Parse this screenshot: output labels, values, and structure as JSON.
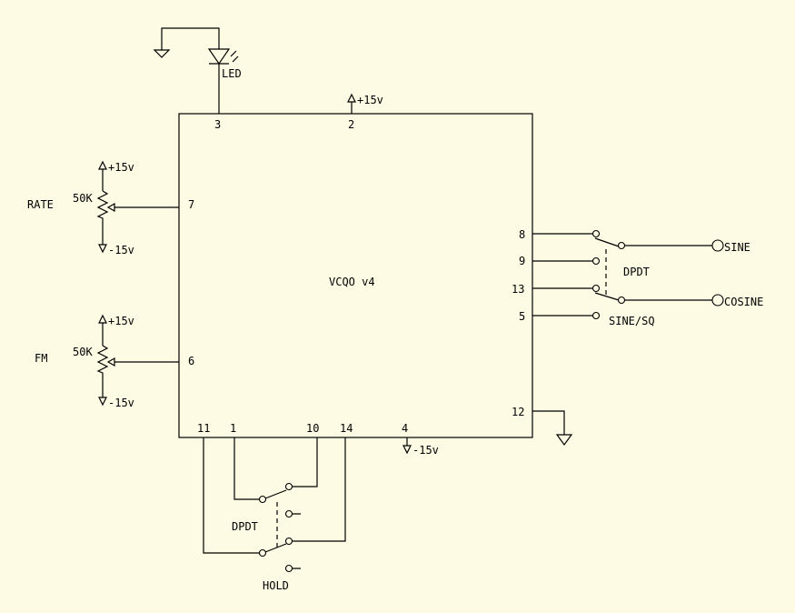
{
  "module": {
    "title": "VCQO v4"
  },
  "pins": {
    "p3": "3",
    "p2": "2",
    "p7": "7",
    "p6": "6",
    "p8": "8",
    "p9": "9",
    "p13": "13",
    "p5": "5",
    "p12": "12",
    "p11": "11",
    "p1": "1",
    "p10": "10",
    "p14": "14",
    "p4": "4"
  },
  "labels": {
    "led": "LED",
    "supply_pos": "+15v",
    "supply_neg": "-15v",
    "rate": "RATE",
    "fm": "FM",
    "pot_value": "50K",
    "dpdt": "DPDT",
    "sine": "SINE",
    "cosine": "COSINE",
    "sine_sq": "SINE/SQ",
    "hold": "HOLD"
  },
  "colors": {
    "background": "#fdfbe3",
    "line": "#000000"
  }
}
